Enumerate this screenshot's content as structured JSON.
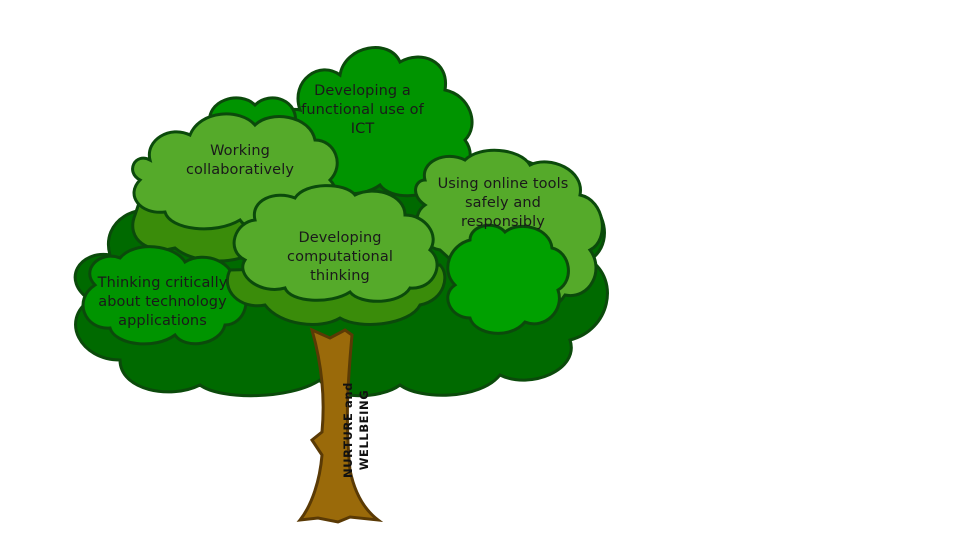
{
  "diagram": {
    "type": "tree",
    "trunk_label": "NURTURE and WELLBEING",
    "branches": [
      {
        "id": "functional-ict",
        "label_lines": [
          "Developing a",
          "functional use of",
          "ICT"
        ]
      },
      {
        "id": "collaboration",
        "label_lines": [
          "Working",
          "collaboratively"
        ]
      },
      {
        "id": "online-safety",
        "label_lines": [
          "Using online tools",
          "safely and",
          "responsibly"
        ]
      },
      {
        "id": "computational-thinking",
        "label_lines": [
          "Developing",
          "computational",
          "thinking"
        ]
      },
      {
        "id": "critical-thinking",
        "label_lines": [
          "Thinking critically",
          "about technology",
          "applications"
        ]
      }
    ],
    "colors": {
      "dark_green": "#006a00",
      "mid_green": "#009400",
      "bright_green": "#00a000",
      "light_green": "#55aa2a",
      "olive_green": "#3a8c0a",
      "outline": "#0b4a0b",
      "trunk": "#9a6a0a",
      "trunk_outline": "#5a3a05"
    }
  }
}
